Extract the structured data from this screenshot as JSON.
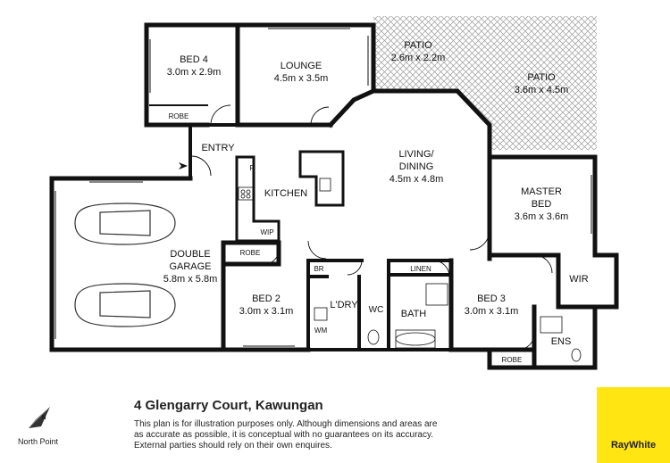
{
  "rooms": {
    "bed4": {
      "name": "BED 4",
      "size": "3.0m x 2.9m"
    },
    "lounge": {
      "name": "LOUNGE",
      "size": "4.5m x 3.5m"
    },
    "patio1": {
      "name": "PATIO",
      "size": "2.6m x 2.2m"
    },
    "patio2": {
      "name": "PATIO",
      "size": "3.6m x 4.5m"
    },
    "entry": {
      "name": "ENTRY"
    },
    "kitchen": {
      "name": "KITCHEN"
    },
    "living": {
      "name1": "LIVING/",
      "name2": "DINING",
      "size": "4.5m x 4.8m"
    },
    "master": {
      "name1": "MASTER",
      "name2": "BED",
      "size": "3.6m x 3.6m"
    },
    "garage": {
      "name1": "DOUBLE",
      "name2": "GARAGE",
      "size": "5.8m x 5.8m"
    },
    "bed2": {
      "name": "BED 2",
      "size": "3.0m x 3.1m"
    },
    "bed3": {
      "name": "BED 3",
      "size": "3.0m x 3.1m"
    },
    "laundry": {
      "name": "L'DRY"
    },
    "wc": {
      "name": "WC"
    },
    "bath": {
      "name": "BATH"
    },
    "linen": {
      "name": "LINEN"
    },
    "wir": {
      "name": "WIR"
    },
    "ens": {
      "name": "ENS"
    },
    "wip": {
      "name": "WIP"
    },
    "br": {
      "name": "BR"
    },
    "wm": {
      "name": "WM"
    },
    "fridge": {
      "name": "F"
    },
    "robe_bed4": {
      "name": "ROBE"
    },
    "robe_bed2": {
      "name": "ROBE"
    },
    "robe_bed3": {
      "name": "ROBE"
    }
  },
  "footer": {
    "address": "4 Glengarry Court, Kawungan",
    "disclaimer": [
      "This plan is for illustration purposes only.  Although dimensions and areas are",
      "as accurate as possible, it is conceptual with no guarantees on its accuracy.",
      "External parties should rely on their own enquires."
    ],
    "north_label": "North Point",
    "north_letter": "N",
    "brand": "RayWhite",
    "brand_color": "#ffe512"
  },
  "colors": {
    "wall": "#111111",
    "patio_hatch": "#9a9a9a"
  }
}
